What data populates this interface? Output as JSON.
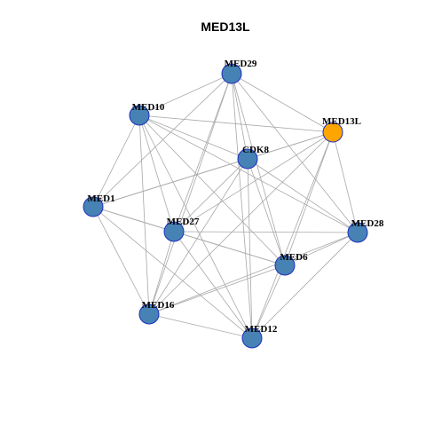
{
  "title": "MED13L",
  "colors": {
    "default_node": "#4682b4",
    "highlight_node": "#ffa500",
    "node_border": "#1f2fbf",
    "edge": "#a8a8a8"
  },
  "nodes": [
    {
      "id": "MED29",
      "label": "MED29",
      "highlight": false
    },
    {
      "id": "MED10",
      "label": "MED10",
      "highlight": false
    },
    {
      "id": "MED13L",
      "label": "MED13L",
      "highlight": true
    },
    {
      "id": "CDK8",
      "label": "CDK8",
      "highlight": false
    },
    {
      "id": "MED1",
      "label": "MED1",
      "highlight": false
    },
    {
      "id": "MED27",
      "label": "MED27",
      "highlight": false
    },
    {
      "id": "MED28",
      "label": "MED28",
      "highlight": false
    },
    {
      "id": "MED6",
      "label": "MED6",
      "highlight": false
    },
    {
      "id": "MED16",
      "label": "MED16",
      "highlight": false
    },
    {
      "id": "MED12",
      "label": "MED12",
      "highlight": false
    }
  ],
  "edges": [
    [
      "MED29",
      "MED10"
    ],
    [
      "MED29",
      "MED13L"
    ],
    [
      "MED29",
      "CDK8"
    ],
    [
      "MED29",
      "MED1"
    ],
    [
      "MED29",
      "MED27"
    ],
    [
      "MED29",
      "MED28"
    ],
    [
      "MED29",
      "MED6"
    ],
    [
      "MED29",
      "MED16"
    ],
    [
      "MED29",
      "MED12"
    ],
    [
      "MED10",
      "MED13L"
    ],
    [
      "MED10",
      "CDK8"
    ],
    [
      "MED10",
      "MED1"
    ],
    [
      "MED10",
      "MED27"
    ],
    [
      "MED10",
      "MED28"
    ],
    [
      "MED10",
      "MED6"
    ],
    [
      "MED10",
      "MED16"
    ],
    [
      "MED10",
      "MED12"
    ],
    [
      "MED13L",
      "CDK8"
    ],
    [
      "MED13L",
      "MED1"
    ],
    [
      "MED13L",
      "MED27"
    ],
    [
      "MED13L",
      "MED28"
    ],
    [
      "MED13L",
      "MED6"
    ],
    [
      "MED13L",
      "MED16"
    ],
    [
      "MED13L",
      "MED12"
    ],
    [
      "CDK8",
      "MED1"
    ],
    [
      "CDK8",
      "MED27"
    ],
    [
      "CDK8",
      "MED28"
    ],
    [
      "CDK8",
      "MED6"
    ],
    [
      "CDK8",
      "MED16"
    ],
    [
      "CDK8",
      "MED12"
    ],
    [
      "MED1",
      "MED27"
    ],
    [
      "MED1",
      "MED6"
    ],
    [
      "MED1",
      "MED16"
    ],
    [
      "MED1",
      "MED12"
    ],
    [
      "MED27",
      "MED28"
    ],
    [
      "MED27",
      "MED6"
    ],
    [
      "MED27",
      "MED16"
    ],
    [
      "MED27",
      "MED12"
    ],
    [
      "MED28",
      "MED6"
    ],
    [
      "MED28",
      "MED16"
    ],
    [
      "MED28",
      "MED12"
    ],
    [
      "MED6",
      "MED16"
    ],
    [
      "MED6",
      "MED12"
    ],
    [
      "MED16",
      "MED12"
    ]
  ]
}
